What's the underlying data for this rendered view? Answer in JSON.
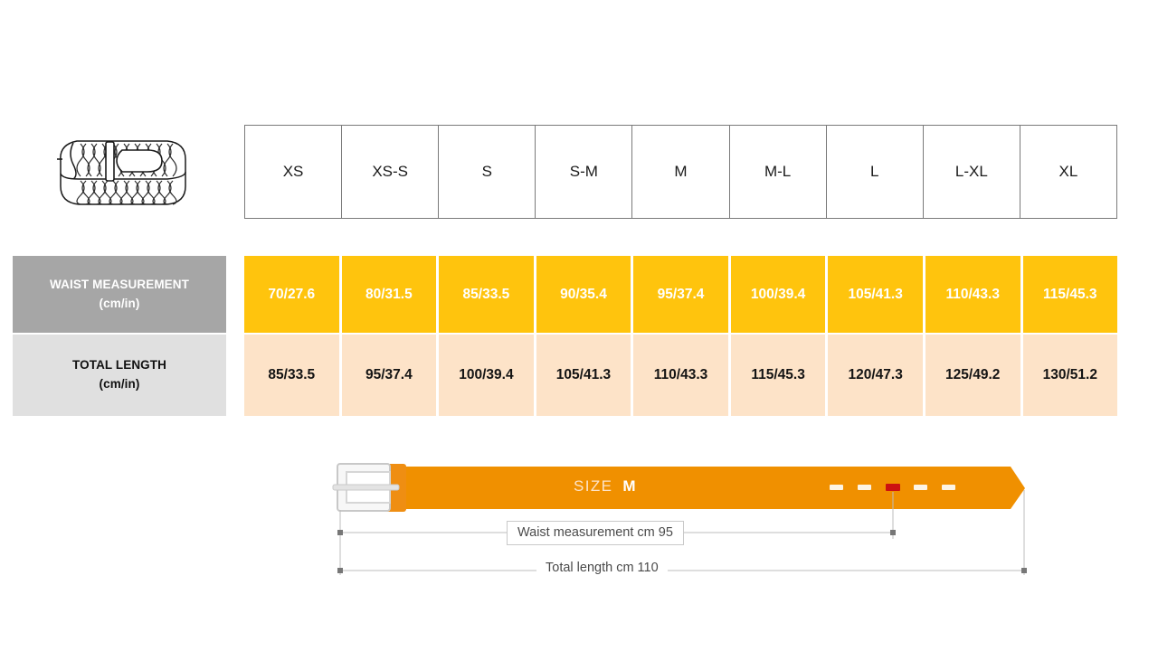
{
  "product_icon": {
    "name": "woven-belt-roll-icon"
  },
  "size_table": {
    "sizes": [
      "XS",
      "XS-S",
      "S",
      "S-M",
      "M",
      "M-L",
      "L",
      "L-XL",
      "XL"
    ],
    "rows": [
      {
        "label_line1": "WAIST MEASUREMENT",
        "label_line2": "(cm/in)",
        "values": [
          "70/27.6",
          "80/31.5",
          "85/33.5",
          "90/35.4",
          "95/37.4",
          "100/39.4",
          "105/41.3",
          "110/43.3",
          "115/45.3"
        ]
      },
      {
        "label_line1": "TOTAL LENGTH",
        "label_line2": "(cm/in)",
        "values": [
          "85/33.5",
          "95/37.4",
          "100/39.4",
          "105/41.3",
          "110/43.3",
          "115/45.3",
          "120/47.3",
          "125/49.2",
          "130/51.2"
        ]
      }
    ]
  },
  "belt_diagram": {
    "size_caption": "SIZE",
    "size_value": "M",
    "waist_dimension": "Waist measurement cm 95",
    "length_dimension": "Total length cm 110",
    "holes_total": 5,
    "highlighted_hole_index": 3
  },
  "colors": {
    "accent_orange": "#ffc40d",
    "light_peach": "#fde3c8",
    "belt_orange": "#f09000",
    "label_gray": "#a6a6a6",
    "label_light_gray": "#e0e0e0",
    "highlight_red": "#cc1111"
  }
}
